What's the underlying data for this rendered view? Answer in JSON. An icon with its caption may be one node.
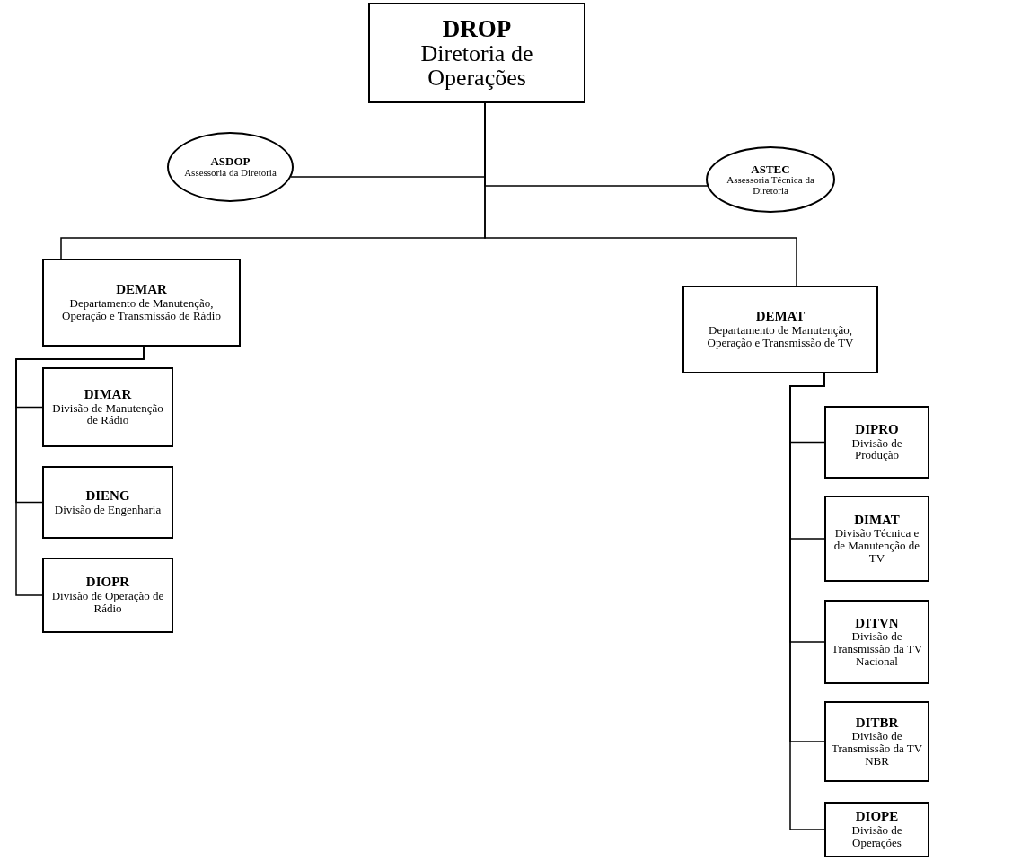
{
  "diagram": {
    "nodes": [
      {
        "text": [
          "DROP",
          "Diretoria de Operações"
        ]
      },
      {
        "text": [
          "ASDOP",
          "Assessoria da Diretoria"
        ]
      },
      {
        "text": [
          "ASTEC",
          "Assessoria Técnica da Diretoria"
        ]
      },
      {
        "text": [
          "DEMAR",
          "Departamento de Manutenção, Operação e Transmissão de Rádio"
        ]
      },
      {
        "text": [
          "DEMAT",
          "Departamento de Manutenção, Operação e Transmissão de TV"
        ]
      },
      {
        "text": [
          "DIMAR",
          "Divisão de Manutenção de Rádio"
        ]
      },
      {
        "text": [
          "DIENG",
          "Divisão de Engenharia"
        ]
      },
      {
        "text": [
          "DIOPR",
          "Divisão de Operação de Rádio"
        ]
      },
      {
        "text": [
          "DIPRO",
          "Divisão de Produção"
        ]
      },
      {
        "text": [
          "DIMAT",
          "Divisão Técnica e de Manutenção de TV"
        ]
      },
      {
        "text": [
          "DITVN",
          "Divisão de Transmissão da TV Nacional"
        ]
      },
      {
        "text": [
          "DITBR",
          "Divisão de Transmissão da TV NBR"
        ]
      },
      {
        "text": [
          "DIOPE",
          "Divisão de Operações"
        ]
      }
    ],
    "edges": [
      {
        "from": 0,
        "to": 1,
        "arrow": "none"
      },
      {
        "from": 0,
        "to": 2,
        "arrow": "none"
      },
      {
        "from": 0,
        "to": 3,
        "arrow": "none"
      },
      {
        "from": 0,
        "to": 4,
        "arrow": "none"
      },
      {
        "from": 3,
        "to": 5,
        "arrow": "none"
      },
      {
        "from": 3,
        "to": 6,
        "arrow": "none"
      },
      {
        "from": 3,
        "to": 7,
        "arrow": "none"
      },
      {
        "from": 4,
        "to": 8,
        "arrow": "none"
      },
      {
        "from": 4,
        "to": 9,
        "arrow": "none"
      },
      {
        "from": 4,
        "to": 10,
        "arrow": "none"
      },
      {
        "from": 4,
        "to": 11,
        "arrow": "none"
      },
      {
        "from": 4,
        "to": 12,
        "arrow": "none"
      }
    ]
  }
}
